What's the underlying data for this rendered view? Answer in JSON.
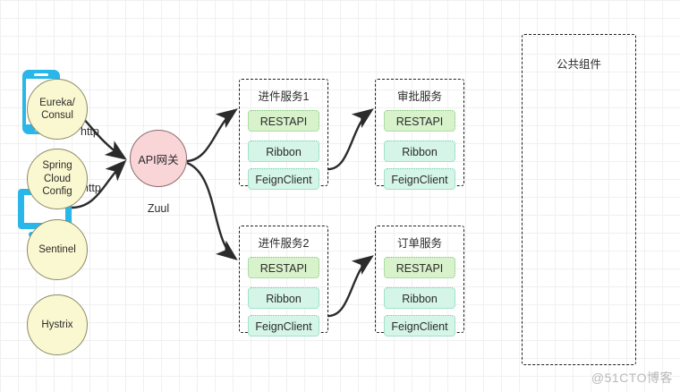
{
  "diagram": {
    "title_watermark": "@51CTO博客",
    "clients": [
      {
        "name": "mobile-phone",
        "icon": "phone-icon",
        "edge_label": "http"
      },
      {
        "name": "desktop-monitor",
        "icon": "monitor-icon",
        "edge_label": "http"
      }
    ],
    "gateway": {
      "name": "API网关",
      "subtitle": "Zuul",
      "fill": "#fad5d8",
      "stroke": "#8c6c6e"
    },
    "services": [
      {
        "id": "intake-service-1",
        "title": "进件服务1",
        "layers": [
          {
            "label": "RESTAPI",
            "style": "rest"
          },
          {
            "label": "Ribbon",
            "style": "mint"
          },
          {
            "label": "FeignClient",
            "style": "mint"
          }
        ]
      },
      {
        "id": "approval-service",
        "title": "审批服务",
        "layers": [
          {
            "label": "RESTAPI",
            "style": "rest"
          },
          {
            "label": "Ribbon",
            "style": "mint"
          },
          {
            "label": "FeignClient",
            "style": "mint"
          }
        ]
      },
      {
        "id": "intake-service-2",
        "title": "进件服务2",
        "layers": [
          {
            "label": "RESTAPI",
            "style": "rest"
          },
          {
            "label": "Ribbon",
            "style": "mint"
          },
          {
            "label": "FeignClient",
            "style": "mint"
          }
        ]
      },
      {
        "id": "order-service",
        "title": "订单服务",
        "layers": [
          {
            "label": "RESTAPI",
            "style": "rest"
          },
          {
            "label": "Ribbon",
            "style": "mint"
          },
          {
            "label": "FeignClient",
            "style": "mint"
          }
        ]
      }
    ],
    "common_components": {
      "title": "公共组件",
      "items": [
        {
          "label": "Eureka/\nConsul"
        },
        {
          "label": "Spring\nCloud\nConfig"
        },
        {
          "label": "Sentinel"
        },
        {
          "label": "Hystrix"
        }
      ],
      "fill": "#faf8d0",
      "stroke": "#8a8a66"
    },
    "colors": {
      "device_blue": "#29b6e8",
      "rest_green": "#d8f2cb",
      "mint_green": "#d4f5e7",
      "arrow": "#2b2b2b"
    }
  }
}
